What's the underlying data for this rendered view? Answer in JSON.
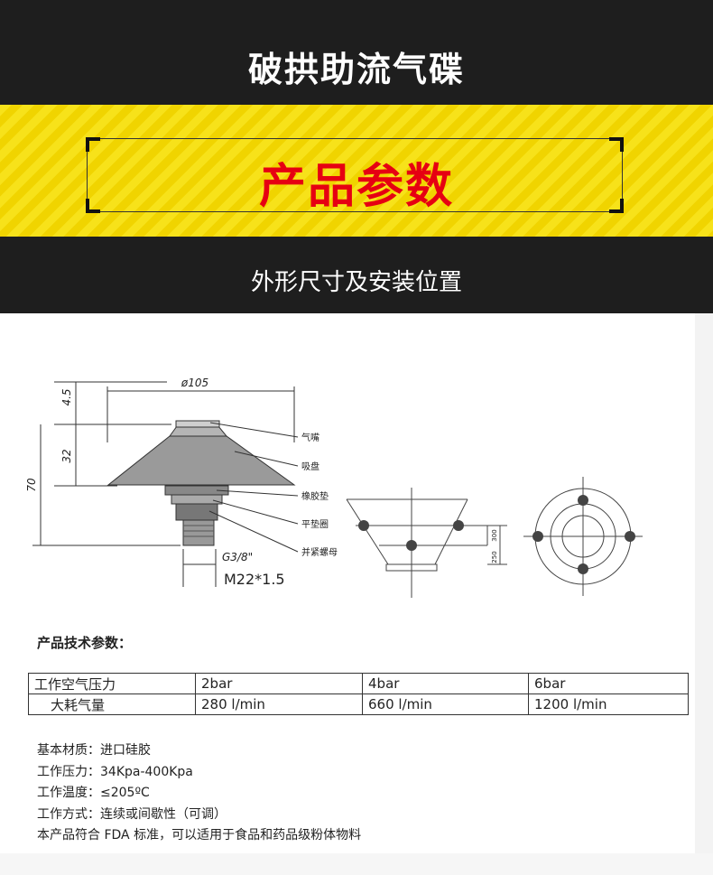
{
  "header": {
    "title": "破拱助流气碟"
  },
  "banner": {
    "title": "产品参数"
  },
  "subheader": {
    "title": "外形尺寸及安装位置"
  },
  "drawing": {
    "dim_diameter": "ø105",
    "dim_top": "4.5",
    "dim_mid": "32",
    "dim_total": "70",
    "dim_thread": "G3/8\"",
    "dim_thread2": "M22*1.5",
    "parts": [
      "气嘴",
      "吸盘",
      "橡胶垫",
      "平垫圈",
      "并紧螺母"
    ],
    "dim_300": "300",
    "dim_250": "250"
  },
  "section": {
    "title": "产品技术参数："
  },
  "spec_table": {
    "rows": [
      [
        "工作空气压力",
        "2bar",
        "4bar",
        "6bar"
      ],
      [
        "大耗气量",
        "280 l/min",
        "660 l/min",
        "1200 l/min"
      ]
    ]
  },
  "notes": [
    "基本材质：进口硅胶",
    "工作压力：34Kpa-400Kpa",
    "工作温度：≤205ºC",
    "工作方式：连续或间歇性（可调）",
    "本产品符合 FDA 标准，可以适用于食品和药品级粉体物料"
  ],
  "colors": {
    "header_bg": "#1e1e1e",
    "banner_yellow": "#f7e21a",
    "banner_text": "#e60012"
  }
}
